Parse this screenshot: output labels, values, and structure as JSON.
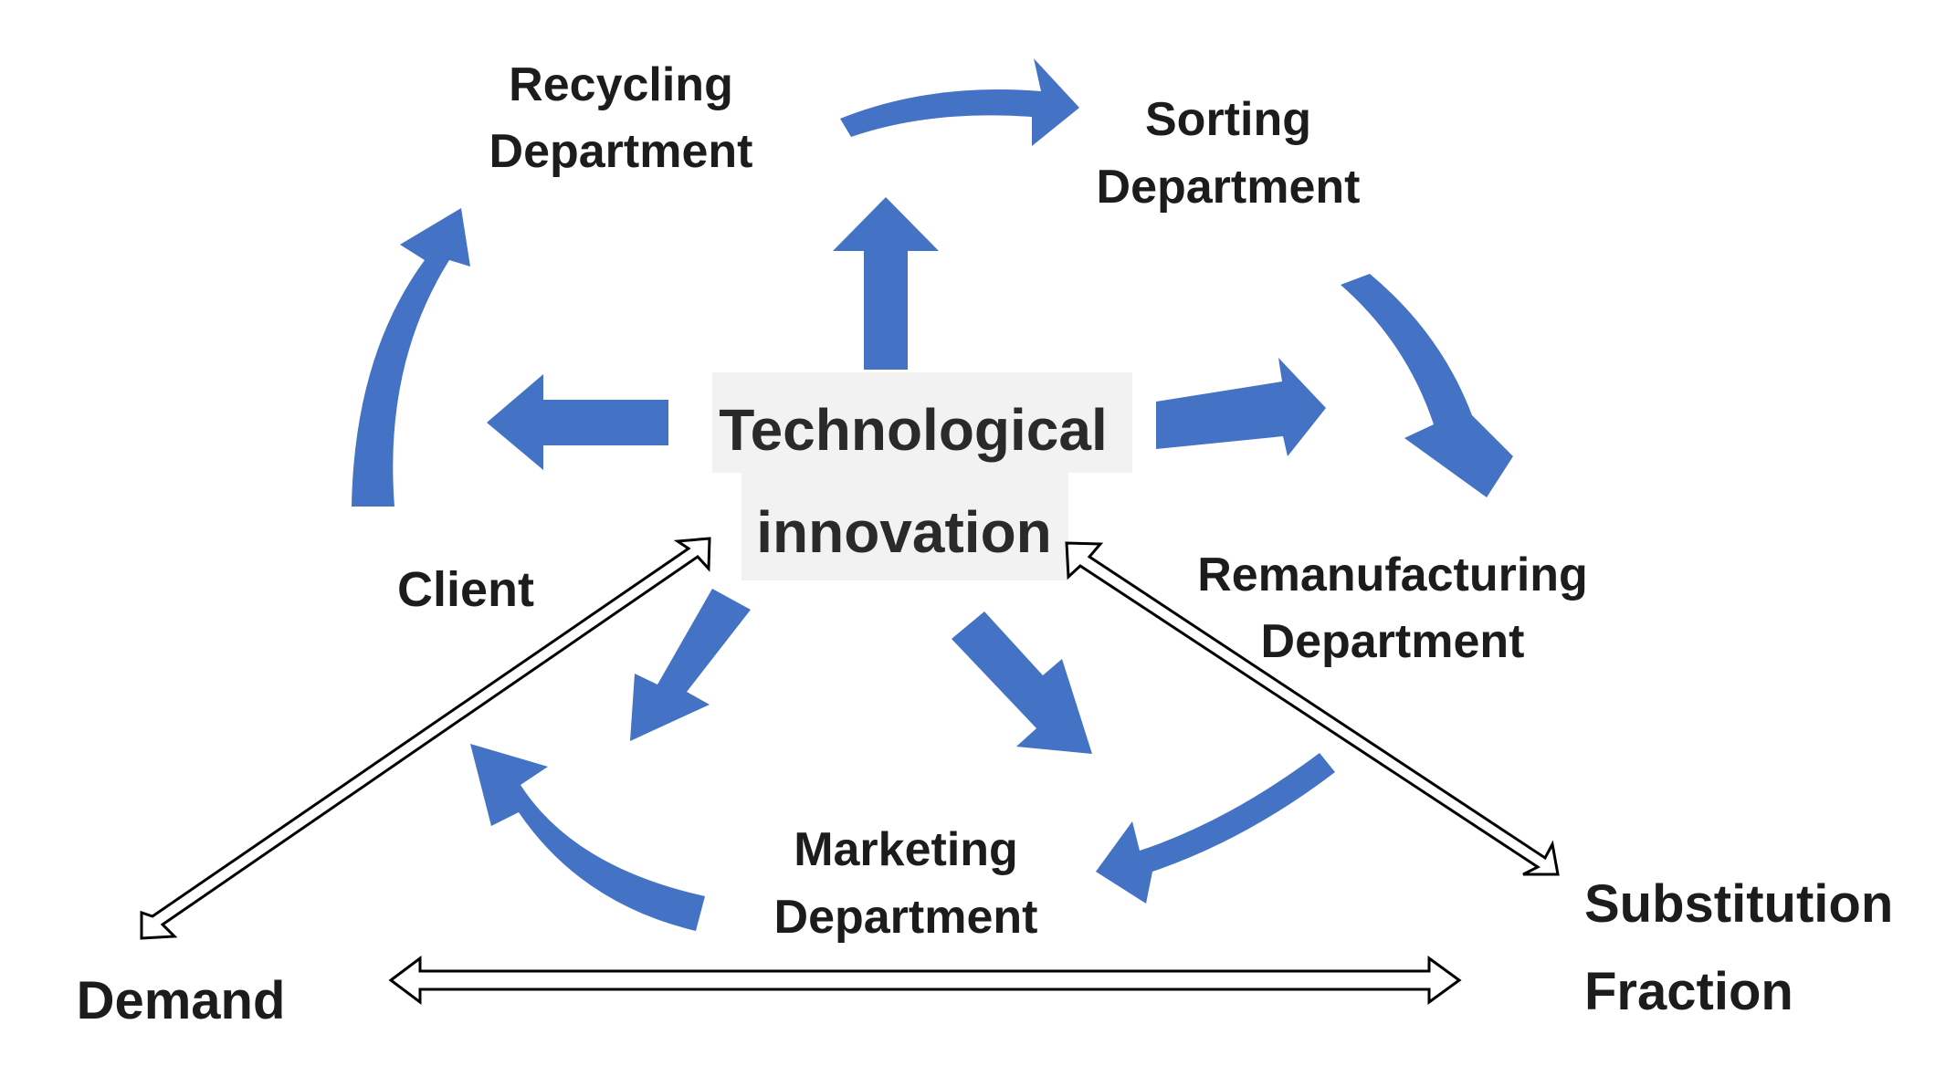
{
  "diagram": {
    "center": {
      "line1": "Technological",
      "line2": "innovation"
    },
    "nodes": {
      "recycling": {
        "line1": "Recycling",
        "line2": "Department"
      },
      "sorting": {
        "line1": "Sorting",
        "line2": "Department"
      },
      "remanufacturing": {
        "line1": "Remanufacturing",
        "line2": "Department"
      },
      "marketing": {
        "line1": "Marketing",
        "line2": "Department"
      },
      "client": {
        "line1": "Client"
      },
      "demand": {
        "line1": "Demand"
      },
      "substitution": {
        "line1": "Substitution",
        "line2": "Fraction"
      }
    },
    "colors": {
      "arrow_fill": "#4472c4",
      "text": "#1c1c1c",
      "center_box": "#f2f2f2",
      "outline": "#000000"
    }
  }
}
